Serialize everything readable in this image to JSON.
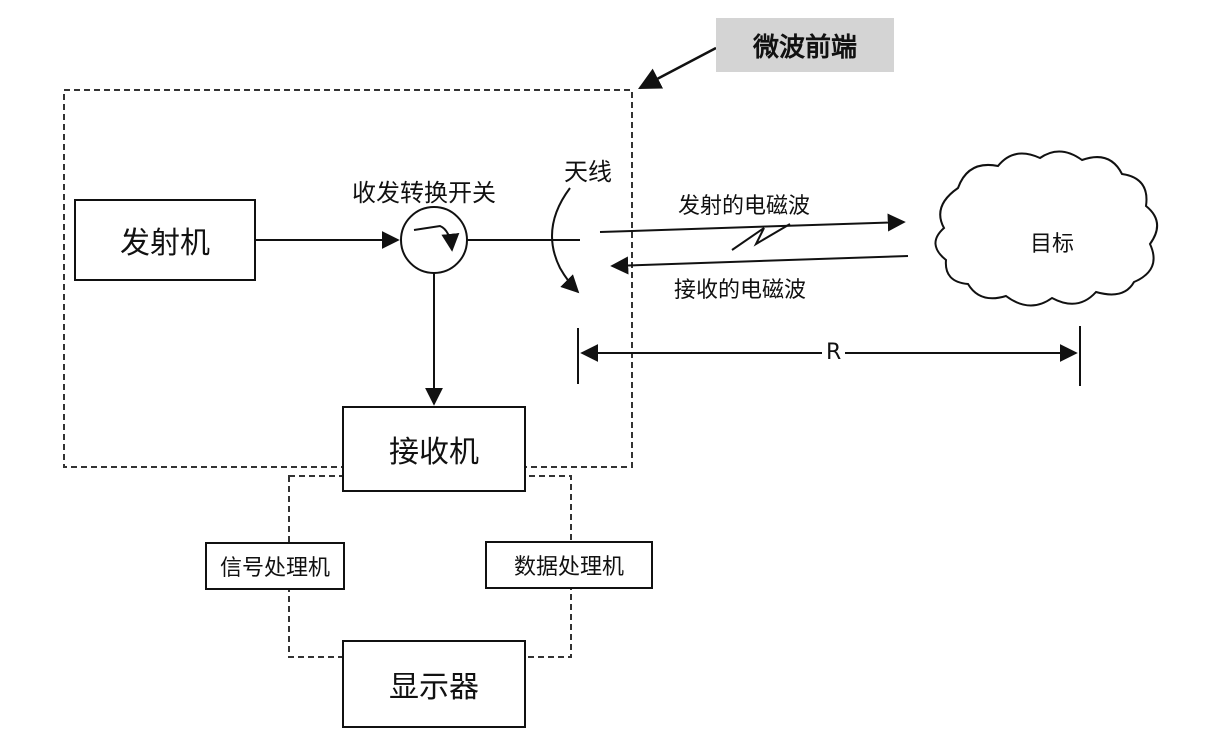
{
  "callout": {
    "label": "微波前端"
  },
  "blocks": {
    "transmitter": "发射机",
    "receiver": "接收机",
    "signal_processor": "信号处理机",
    "data_processor": "数据处理机",
    "display": "显示器"
  },
  "labels": {
    "duplexer": "收发转换开关",
    "antenna": "天线",
    "tx_wave": "发射的电磁波",
    "rx_wave": "接收的电磁波",
    "target": "目标",
    "range": "R"
  }
}
